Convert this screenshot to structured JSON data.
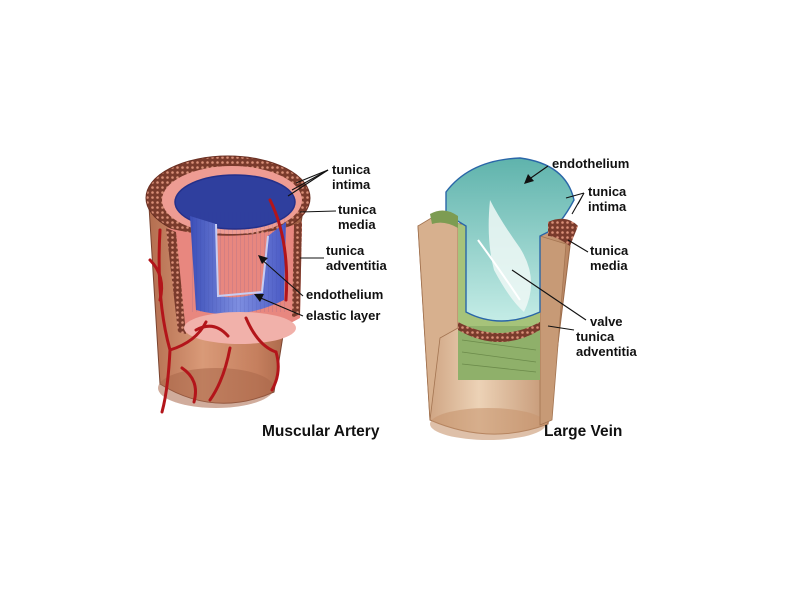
{
  "artery": {
    "caption": "Muscular Artery",
    "labels": {
      "tunica_intima_1": "tunica",
      "tunica_intima_2": "intima",
      "tunica_media_1": "tunica",
      "tunica_media_2": "media",
      "tunica_adventitia_1": "tunica",
      "tunica_adventitia_2": "adventitia",
      "endothelium": "endothelium",
      "elastic_layer": "elastic layer"
    }
  },
  "vein": {
    "caption": "Large Vein",
    "labels": {
      "endothelium": "endothelium",
      "tunica_intima_1": "tunica",
      "tunica_intima_2": "intima",
      "tunica_media_1": "tunica",
      "tunica_media_2": "media",
      "valve": "valve",
      "tunica_adventitia_1": "tunica",
      "tunica_adventitia_2": "adventitia"
    }
  },
  "colors": {
    "artery_adventitia": "#c98a6a",
    "artery_media": "#e88b86",
    "artery_lumen": "#5a6ad0",
    "vessel_red": "#b3151a",
    "vein_wall": "#dcb999",
    "vein_lumen": "#9cd6cf",
    "vein_media": "#7d9c52"
  }
}
